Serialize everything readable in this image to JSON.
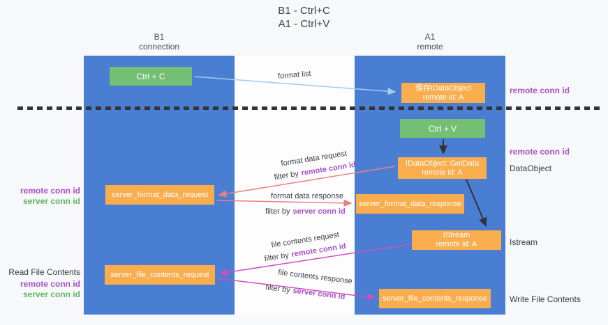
{
  "title": {
    "line1": "B1 - Ctrl+C",
    "line2": "A1 - Ctrl+V"
  },
  "columns": {
    "left": {
      "name": "B1",
      "subtitle": "connection"
    },
    "right": {
      "name": "A1",
      "subtitle": "remote"
    }
  },
  "boxes": {
    "ctrl_c": {
      "label": "Ctrl + C"
    },
    "save_idataobject": {
      "line1": "保存IDataObject",
      "line2": "remote id: A"
    },
    "ctrl_v": {
      "label": "Ctrl + V"
    },
    "getdata": {
      "line1": "IDataObject::GetData",
      "line2": "remote id: A"
    },
    "server_format_data_request": {
      "label": "server_format_data_request"
    },
    "server_format_data_response": {
      "label": "server_format_data_response"
    },
    "istream": {
      "line1": "IStream",
      "line2": "remote id: A"
    },
    "server_file_contents_request": {
      "label": "server_file_contents_request"
    },
    "server_file_contents_response": {
      "label": "server_file_contents_response"
    }
  },
  "flow_labels": {
    "format_list": "format list",
    "format_data_request": "format data request",
    "format_data_response": "format data response",
    "file_contents_request": "file contents request",
    "file_contents_response": "file contents response",
    "filter_by": "filter by",
    "remote_conn_id": "remote conn id",
    "server_conn_id": "server conn id"
  },
  "side_labels": {
    "remote_conn_id": "remote conn id",
    "server_conn_id": "server conn id",
    "data_object": "DataObject",
    "istream": "Istream",
    "read_file_contents": "Read File Contents",
    "write_file_contents": "Write File Contents"
  },
  "colors": {
    "column_blue": "#4a7ed2",
    "box_orange": "#f9ad4d",
    "box_green": "#74bf74",
    "arrow_lightblue": "#9fcdf0",
    "arrow_salmon": "#e88080",
    "arrow_magenta": "#cb4fc0",
    "arrow_black": "#333333",
    "text_purple": "#a84fc5",
    "text_green": "#5fb763",
    "dashed_line": "#333333"
  }
}
